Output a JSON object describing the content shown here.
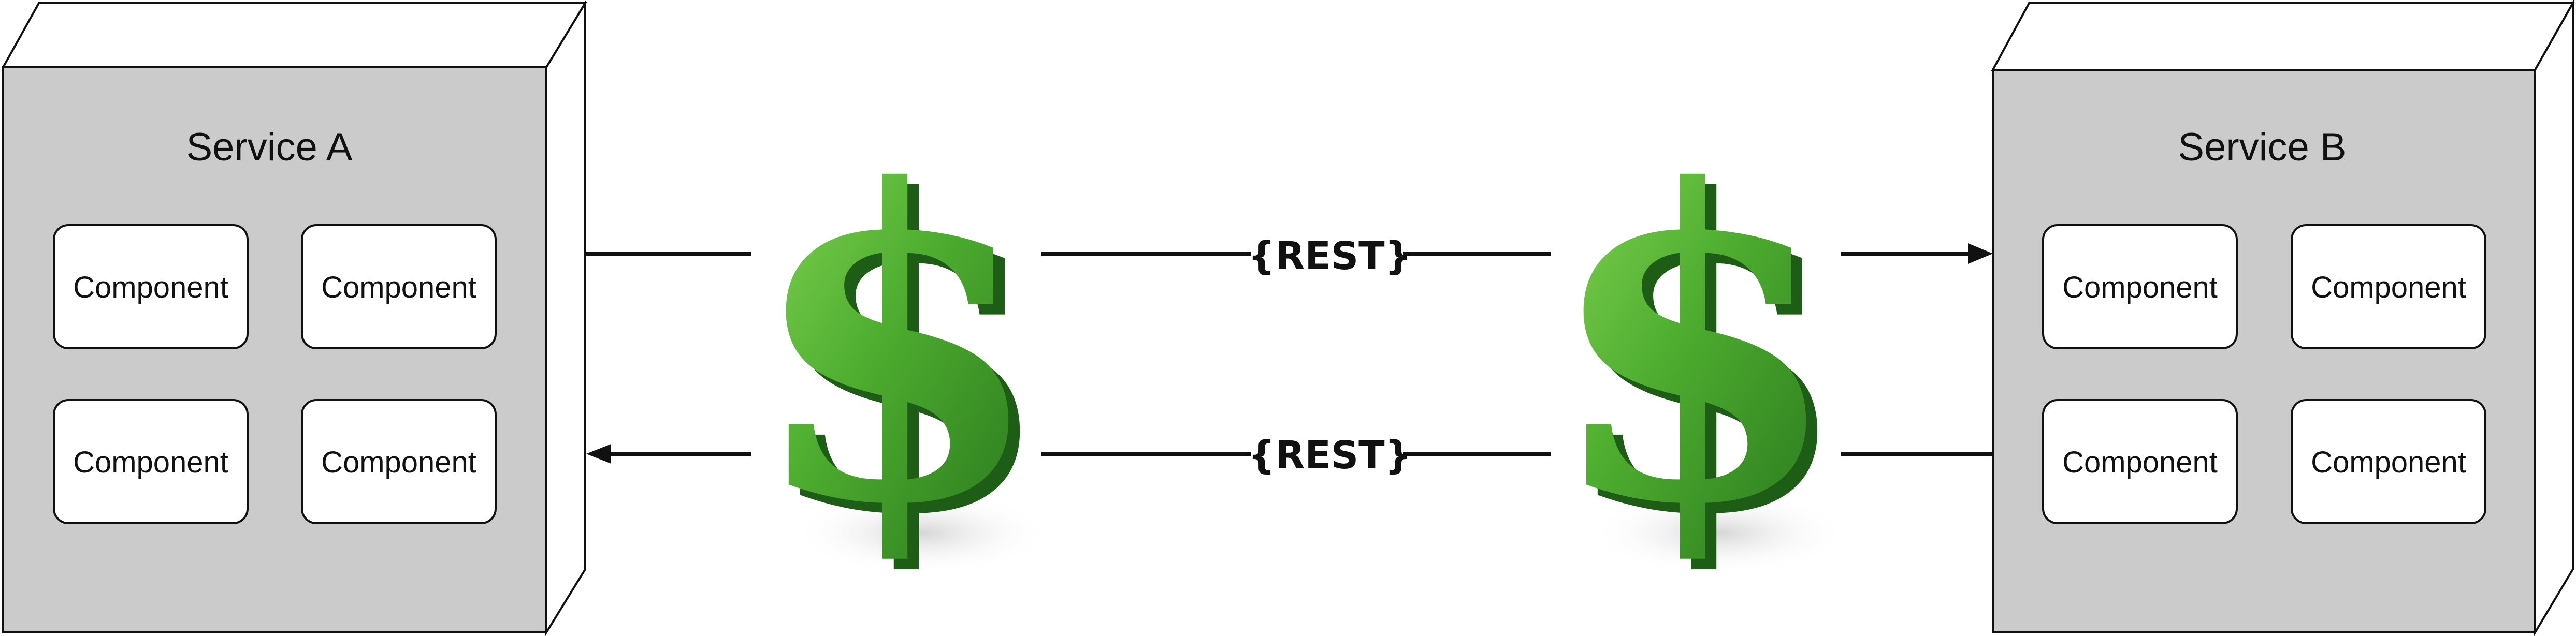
{
  "service_a": {
    "title": "Service A",
    "components": [
      "Component",
      "Component",
      "Component",
      "Component"
    ]
  },
  "service_b": {
    "title": "Service B",
    "components": [
      "Component",
      "Component",
      "Component",
      "Component"
    ]
  },
  "connections": {
    "top_label": "{REST}",
    "bottom_label": "{REST}",
    "top_direction": "A to B",
    "bottom_direction": "B to A"
  },
  "cost_icons": {
    "glyph": "$",
    "color_light": "#79d04a",
    "color_mid": "#3f9a2a",
    "color_dark": "#1e5d15"
  },
  "colors": {
    "box_fill": "#cbcbcb",
    "box_stroke": "#111111",
    "component_fill": "#ffffff",
    "line": "#111111"
  }
}
